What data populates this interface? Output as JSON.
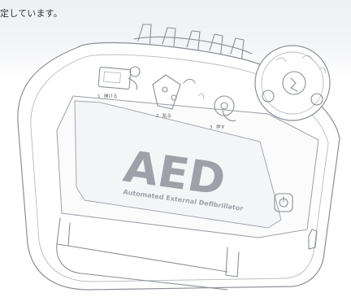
{
  "caption": "定しています。",
  "device": {
    "logo": "AED",
    "subtitle": "Automated External Defibrillator",
    "steps": [
      {
        "number": "1",
        "label": "開ける"
      },
      {
        "number": "2",
        "label": "貼る"
      },
      {
        "number": "3",
        "label": "押す"
      }
    ]
  },
  "colors": {
    "outline": "#8a8f96",
    "background_fade": "#eef0f4",
    "logo": "#9ea2a8"
  }
}
